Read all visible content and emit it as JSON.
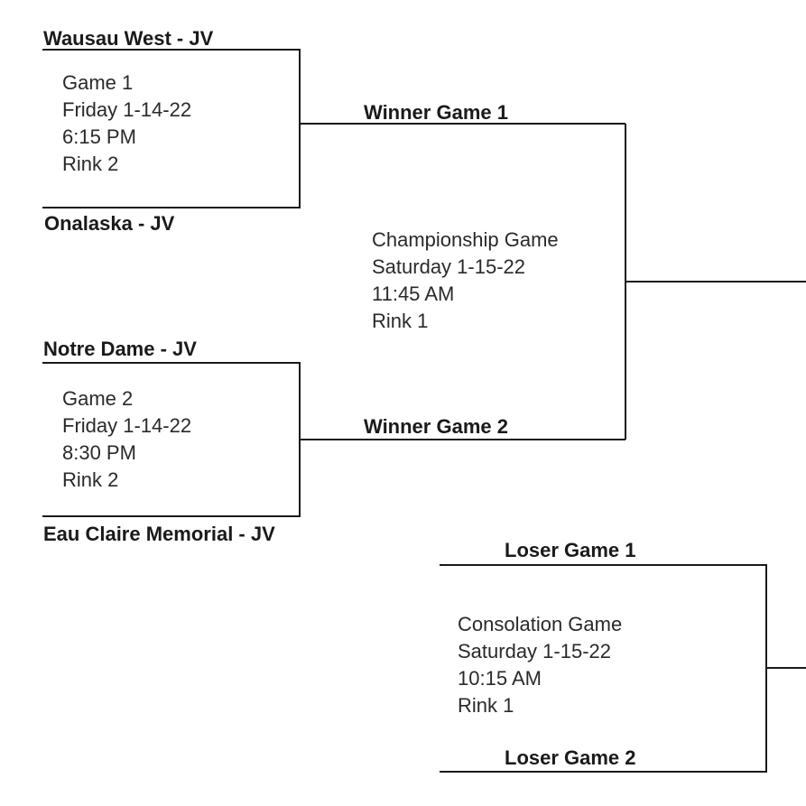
{
  "teams": {
    "team1": "Wausau West - JV",
    "team2": "Onalaska - JV",
    "team3": "Notre Dame - JV",
    "team4": "Eau Claire Memorial - JV"
  },
  "advance": {
    "winner1": "Winner Game 1",
    "winner2": "Winner Game 2",
    "loser1": "Loser Game 1",
    "loser2": "Loser Game 2"
  },
  "games": {
    "game1": {
      "name": "Game 1",
      "date": "Friday 1-14-22",
      "time": "6:15 PM",
      "rink": "Rink 2"
    },
    "game2": {
      "name": "Game 2",
      "date": "Friday 1-14-22",
      "time": "8:30 PM",
      "rink": "Rink 2"
    },
    "championship": {
      "name": "Championship Game",
      "date": "Saturday 1-15-22",
      "time": "11:45 AM",
      "rink": "Rink 1"
    },
    "consolation": {
      "name": "Consolation Game",
      "date": "Saturday 1-15-22",
      "time": "10:15 AM",
      "rink": "Rink 1"
    }
  },
  "line_color": "#1a1a1a"
}
